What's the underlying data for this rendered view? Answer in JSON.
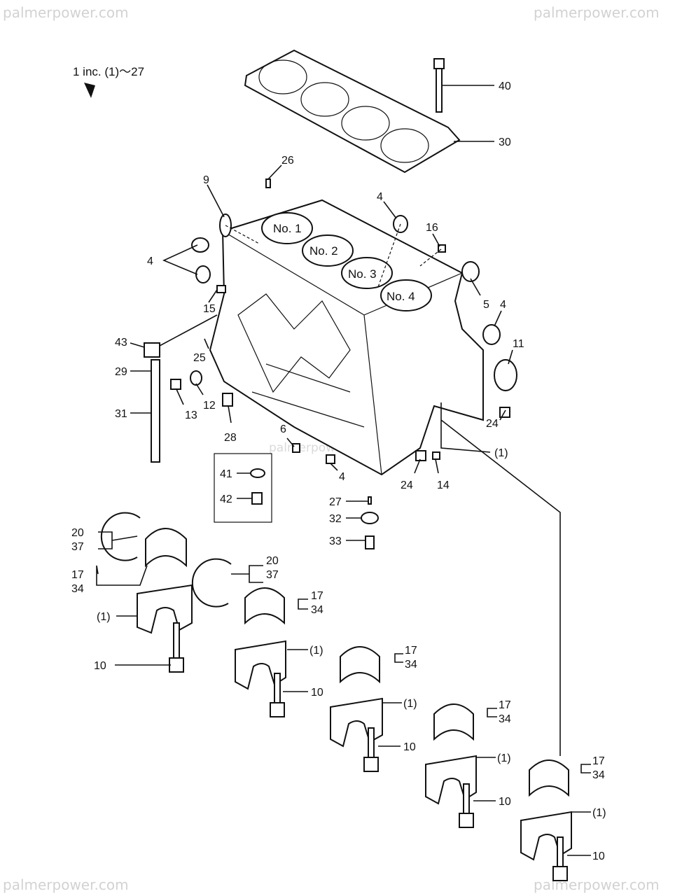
{
  "watermarks": [
    "palmerpower.com",
    "palmerpower.com",
    "palmerpower.com",
    "palmerpower.com",
    "palmerpower.com"
  ],
  "header": {
    "note": "1 inc. (1)～27"
  },
  "cylinders": [
    "No. 1",
    "No. 2",
    "No. 3",
    "No. 4"
  ],
  "callouts": [
    "40",
    "30",
    "26",
    "9",
    "4",
    "16",
    "4",
    "5",
    "4",
    "15",
    "11",
    "43",
    "25",
    "29",
    "12",
    "24",
    "31",
    "13",
    "28",
    "6",
    "(1)",
    "41",
    "42",
    "4",
    "24",
    "14",
    "27",
    "32",
    "33",
    "20",
    "37",
    "17",
    "34",
    "(1)",
    "10",
    "20",
    "37",
    "17",
    "34",
    "(1)",
    "10",
    "17",
    "34",
    "(1)",
    "10",
    "17",
    "34",
    "(1)",
    "10",
    "17",
    "34",
    "(1)",
    "10"
  ]
}
